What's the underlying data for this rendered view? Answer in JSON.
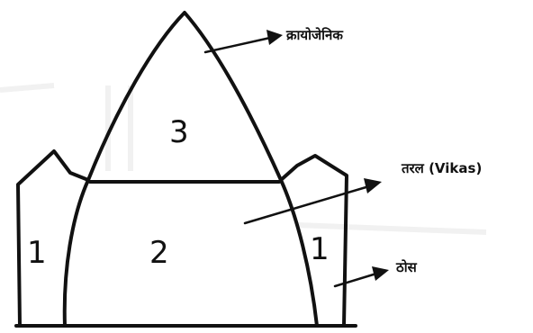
{
  "regions": {
    "top": "3",
    "middle": "2",
    "left": "1",
    "right": "1"
  },
  "labels": {
    "cryogenic": "क्रायोजेनिक",
    "liquid": "तरल (Vikas)",
    "solid": "ठोस"
  },
  "colors": {
    "ink": "#111111",
    "background": "#ffffff"
  }
}
